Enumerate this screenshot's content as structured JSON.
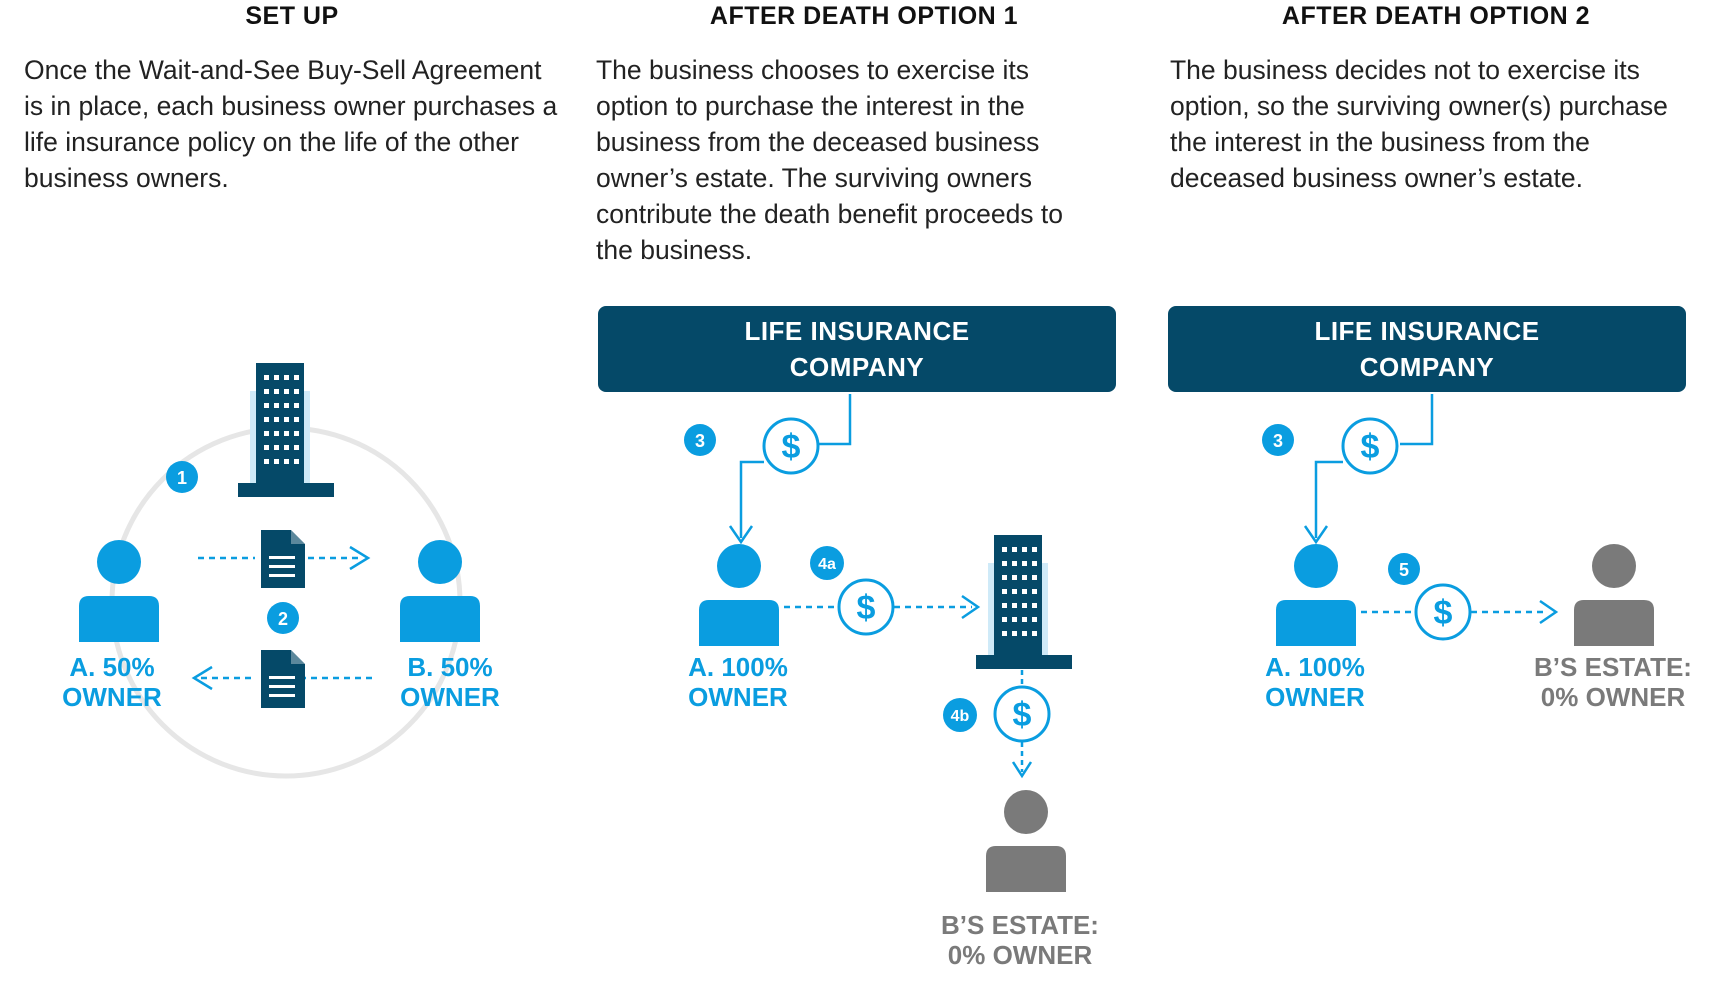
{
  "setup": {
    "heading": "SET UP",
    "description": "Once the Wait-and-See Buy-Sell Agreement is in place, each business owner purchases a life insurance policy on the life of the other business owners.",
    "step1": "1",
    "step2": "2",
    "owner_a_line1": "A. 50%",
    "owner_a_line2": "OWNER",
    "owner_b_line1": "B. 50%",
    "owner_b_line2": "OWNER"
  },
  "option1": {
    "heading": "AFTER DEATH OPTION 1",
    "description": "The business chooses to exercise its option to purchase the interest in the business from the deceased business owner’s estate. The surviving owners contribute the death benefit proceeds to the business.",
    "company": "LIFE INSURANCE COMPANY",
    "step3": "3",
    "step4a": "4a",
    "step4b": "4b",
    "owner_a_line1": "A. 100%",
    "owner_a_line2": "OWNER",
    "estate_line1": "B’S ESTATE:",
    "estate_line2": "0% OWNER"
  },
  "option2": {
    "heading": "AFTER DEATH OPTION 2",
    "description": "The business decides not to exercise its option, so the surviving owner(s) purchase the interest in the business from the deceased business owner’s estate.",
    "company": "LIFE INSURANCE COMPANY",
    "step3": "3",
    "step5": "5",
    "owner_a_line1": "A. 100%",
    "owner_a_line2": "OWNER",
    "estate_line1": "B’S ESTATE:",
    "estate_line2": "0% OWNER"
  },
  "symbols": {
    "dollar": "$"
  },
  "colors": {
    "navy": "#054968",
    "blue": "#0a9de0",
    "gray": "#7a7a7a",
    "light_blue": "#cfeaf8",
    "circle": "#e6e6e6"
  }
}
